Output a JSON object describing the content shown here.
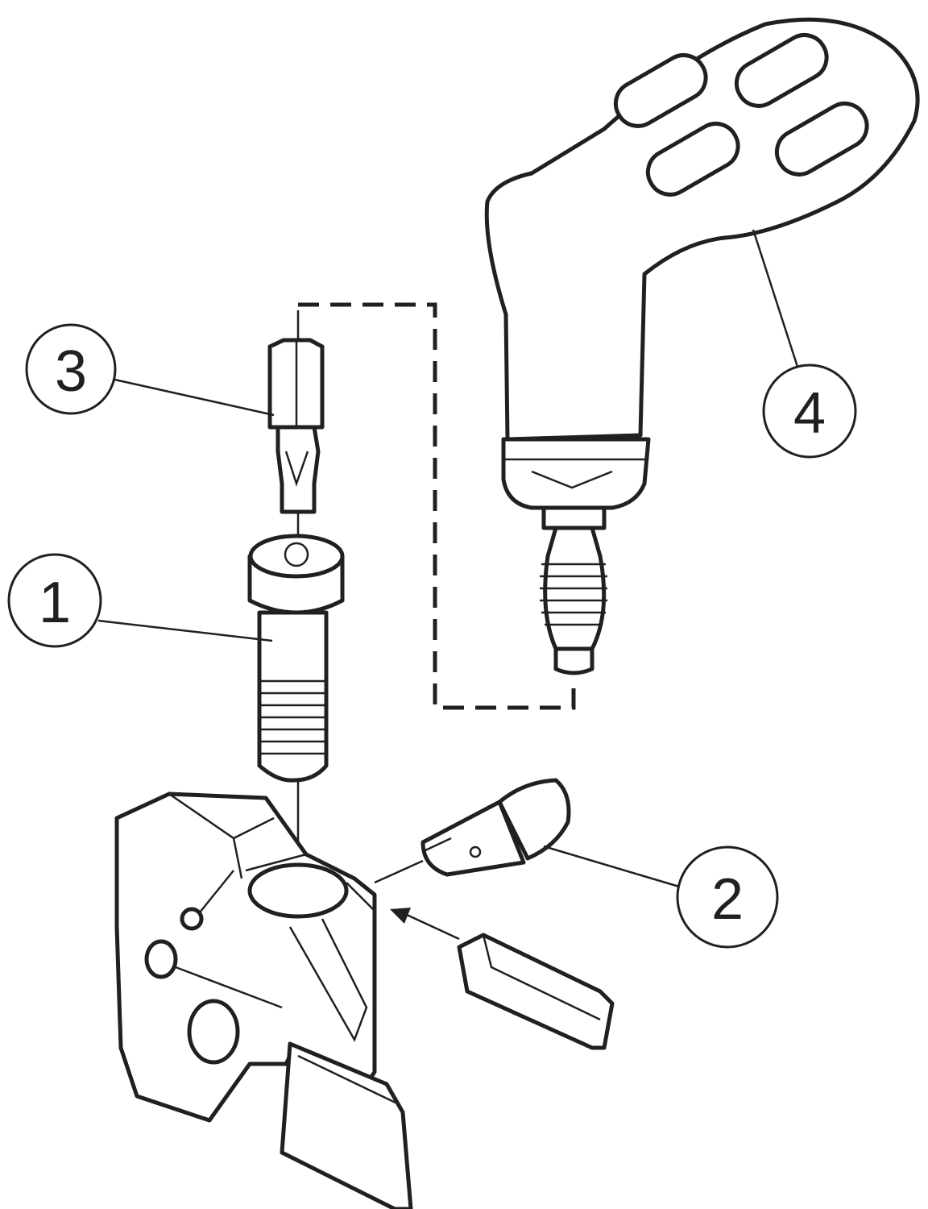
{
  "callouts": [
    {
      "id": "1",
      "label": "1",
      "part": "screw"
    },
    {
      "id": "2",
      "label": "2",
      "part": "pin"
    },
    {
      "id": "3",
      "label": "3",
      "part": "bit"
    },
    {
      "id": "4",
      "label": "4",
      "part": "handle"
    }
  ],
  "colors": {
    "line": "#231f20",
    "background": "#ffffff"
  }
}
